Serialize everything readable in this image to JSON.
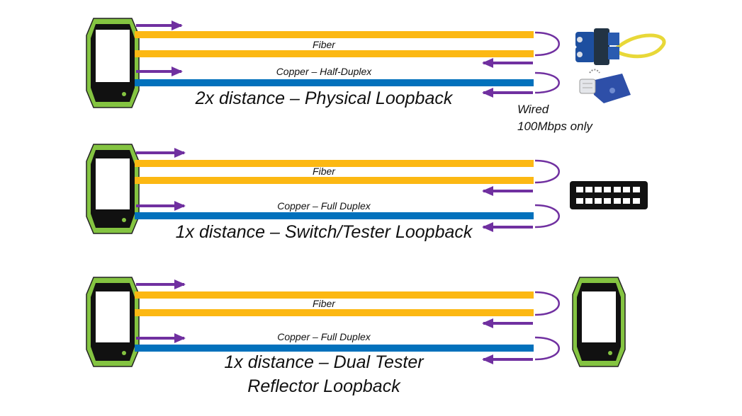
{
  "colors": {
    "fiber": "#FCB813",
    "copper": "#0271BC",
    "arrow": "#7030A0",
    "tester_frame": "#84C441",
    "tester_outline": "#222222",
    "tester_screen": "#ffffff",
    "tester_led": "#84C441"
  },
  "sections": [
    {
      "fiber_label": "Fiber",
      "copper_label": "Copper – Half-Duplex",
      "caption_lines": [
        "2x distance – Physical Loopback"
      ],
      "device": "loopback-plugs",
      "note_lines": [
        "Wired",
        "100Mbps only"
      ]
    },
    {
      "fiber_label": "Fiber",
      "copper_label": "Copper – Full Duplex",
      "caption_lines": [
        "1x distance – Switch/Tester Loopback"
      ],
      "device": "switch-icon",
      "note_lines": []
    },
    {
      "fiber_label": "Fiber",
      "copper_label": "Copper – Full Duplex",
      "caption_lines": [
        "1x distance – Dual Tester",
        "Reflector Loopback"
      ],
      "device": "reflector-tester",
      "note_lines": []
    }
  ]
}
